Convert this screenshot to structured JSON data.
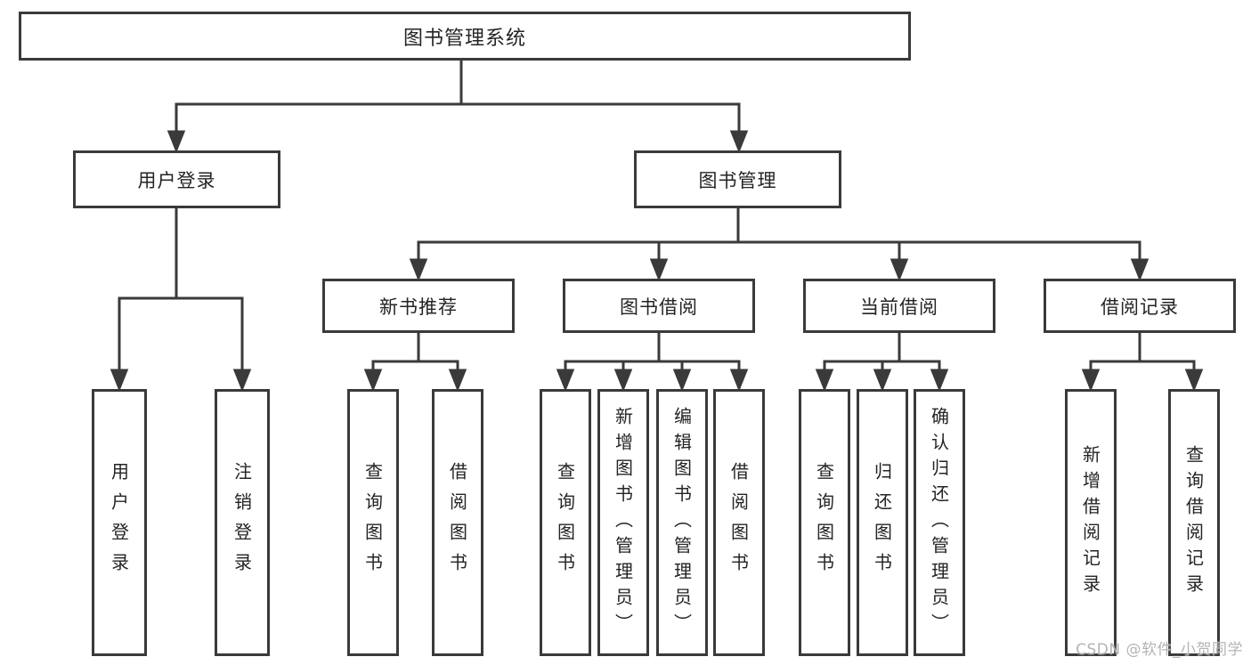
{
  "colors": {
    "connector": "#3a3a3a",
    "border": "#3a3a3a",
    "text": "#242424",
    "background": "#ffffff",
    "watermark": "#b4b4b4"
  },
  "nodes": {
    "root": {
      "label": "图书管理系统"
    },
    "level1": [
      {
        "id": "user-login",
        "label": "用户登录"
      },
      {
        "id": "book-management",
        "label": "图书管理"
      }
    ],
    "level2": [
      {
        "id": "new-book-recommend",
        "label": "新书推荐"
      },
      {
        "id": "book-borrowing",
        "label": "图书借阅"
      },
      {
        "id": "current-borrowing",
        "label": "当前借阅"
      },
      {
        "id": "borrowing-records",
        "label": "借阅记录"
      }
    ],
    "leaves": [
      {
        "id": "user-login-leaf",
        "label": "用户登录"
      },
      {
        "id": "logout",
        "label": "注销登录"
      },
      {
        "id": "nbr-query-books",
        "label": "查询图书"
      },
      {
        "id": "nbr-borrow-books",
        "label": "借阅图书"
      },
      {
        "id": "bb-query-books",
        "label": "查询图书"
      },
      {
        "id": "bb-add-books-admin",
        "label": "新增图书（管理员）"
      },
      {
        "id": "bb-edit-books-admin",
        "label": "编辑图书（管理员）"
      },
      {
        "id": "bb-borrow-books",
        "label": "借阅图书"
      },
      {
        "id": "cb-query-books",
        "label": "查询图书"
      },
      {
        "id": "cb-return-books",
        "label": "归还图书"
      },
      {
        "id": "cb-confirm-return-admin",
        "label": "确认归还（管理员）"
      },
      {
        "id": "br-add-record",
        "label": "新增借阅记录"
      },
      {
        "id": "br-query-record",
        "label": "查询借阅记录"
      }
    ]
  },
  "watermark": {
    "text": "CSDN @软件_小贺同学"
  }
}
